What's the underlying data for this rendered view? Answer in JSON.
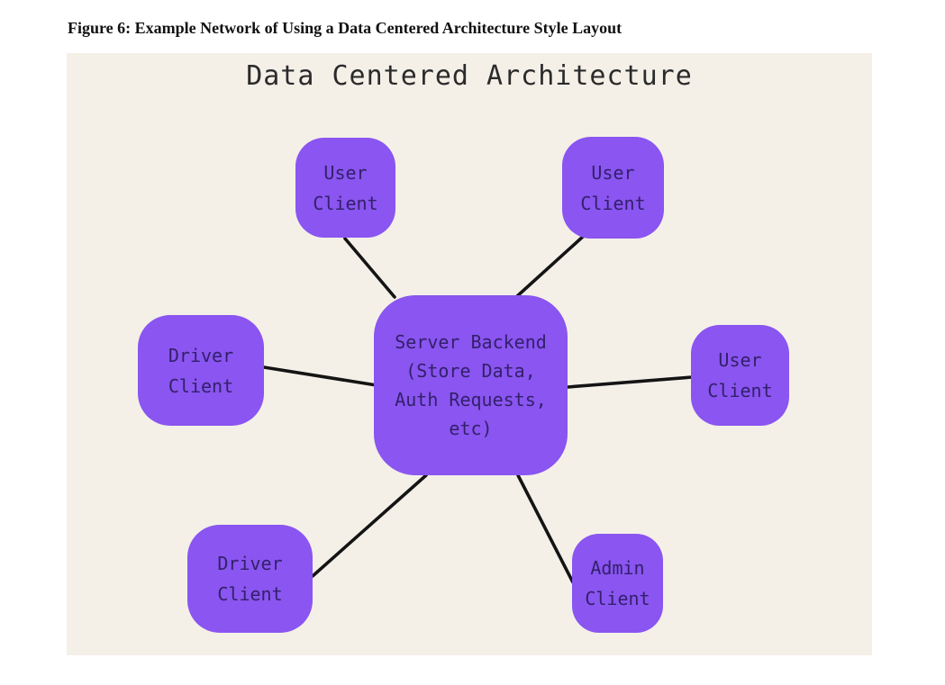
{
  "figure_caption": "Figure 6: Example Network of Using a Data Centered Architecture Style Layout",
  "diagram": {
    "title": "Data Centered Architecture",
    "colors": {
      "panel_bg": "#f4f0e8",
      "node_fill": "#8a55f0",
      "node_text": "#33206b",
      "edge": "#141414",
      "title_text": "#2b2b2b"
    },
    "center_node": {
      "id": "server-backend",
      "lines": [
        "Server Backend",
        "(Store Data,",
        "Auth Requests,",
        "etc)"
      ]
    },
    "nodes": [
      {
        "id": "user-client-top-left",
        "lines": [
          "User",
          "Client"
        ]
      },
      {
        "id": "user-client-top-right",
        "lines": [
          "User",
          "Client"
        ]
      },
      {
        "id": "driver-client-left",
        "lines": [
          "Driver",
          "Client"
        ]
      },
      {
        "id": "user-client-right",
        "lines": [
          "User",
          "Client"
        ]
      },
      {
        "id": "driver-client-bottom-left",
        "lines": [
          "Driver",
          "Client"
        ]
      },
      {
        "id": "admin-client-bottom-right",
        "lines": [
          "Admin",
          "Client"
        ]
      }
    ],
    "edges": [
      {
        "from": "user-client-top-left",
        "to": "server-backend"
      },
      {
        "from": "user-client-top-right",
        "to": "server-backend"
      },
      {
        "from": "driver-client-left",
        "to": "server-backend"
      },
      {
        "from": "user-client-right",
        "to": "server-backend"
      },
      {
        "from": "driver-client-bottom-left",
        "to": "server-backend"
      },
      {
        "from": "admin-client-bottom-right",
        "to": "server-backend"
      }
    ]
  }
}
